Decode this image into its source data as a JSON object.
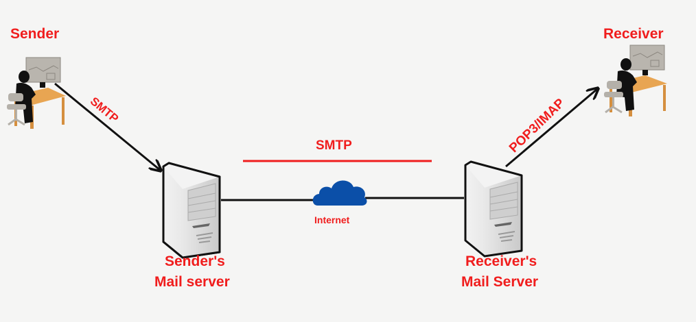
{
  "colors": {
    "label": "#f01d1d",
    "line": "#111111",
    "cloud": "#0b4fa8",
    "background": "#f5f5f4"
  },
  "nodes": {
    "sender": {
      "label": "Sender",
      "icon": "person-at-computer-icon"
    },
    "receiver": {
      "label": "Receiver",
      "icon": "person-at-computer-icon"
    },
    "sender_server": {
      "label_line1": "Sender's",
      "label_line2": "Mail server",
      "icon": "server-tower-icon"
    },
    "receiver_server": {
      "label_line1": "Receiver's",
      "label_line2": "Mail Server",
      "icon": "server-tower-icon"
    },
    "internet": {
      "label": "Internet",
      "icon": "cloud-icon"
    }
  },
  "edges": [
    {
      "from": "sender",
      "to": "sender_server",
      "protocol": "SMTP"
    },
    {
      "from": "sender_server",
      "to": "receiver_server",
      "protocol": "SMTP",
      "via": "internet"
    },
    {
      "from": "receiver_server",
      "to": "receiver",
      "protocol": "POP3/IMAP"
    }
  ]
}
